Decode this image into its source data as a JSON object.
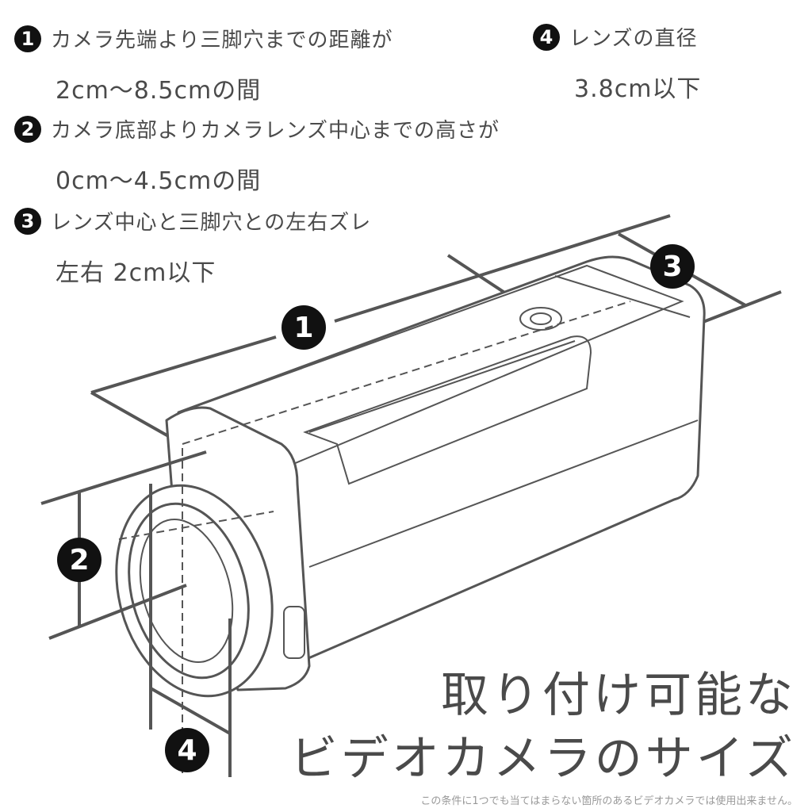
{
  "specs": [
    {
      "number": "1",
      "label": "カメラ先端より三脚穴までの距離が",
      "value": "2cm〜8.5cmの間"
    },
    {
      "number": "2",
      "label": "カメラ底部よりカメラレンズ中心までの高さが",
      "value": "0cm〜4.5cmの間"
    },
    {
      "number": "3",
      "label": "レンズ中心と三脚穴との左右ズレ",
      "value": "左右 2cm以下"
    },
    {
      "number": "4",
      "label": "レンズの直径",
      "value": "3.8cm以下"
    }
  ],
  "title": {
    "line1": "取り付け可能な",
    "line2": "ビデオカメラのサイズ"
  },
  "footnote": "この条件に1つでも当てはまらない箇所のあるビデオカメラでは使用出来ません。"
}
